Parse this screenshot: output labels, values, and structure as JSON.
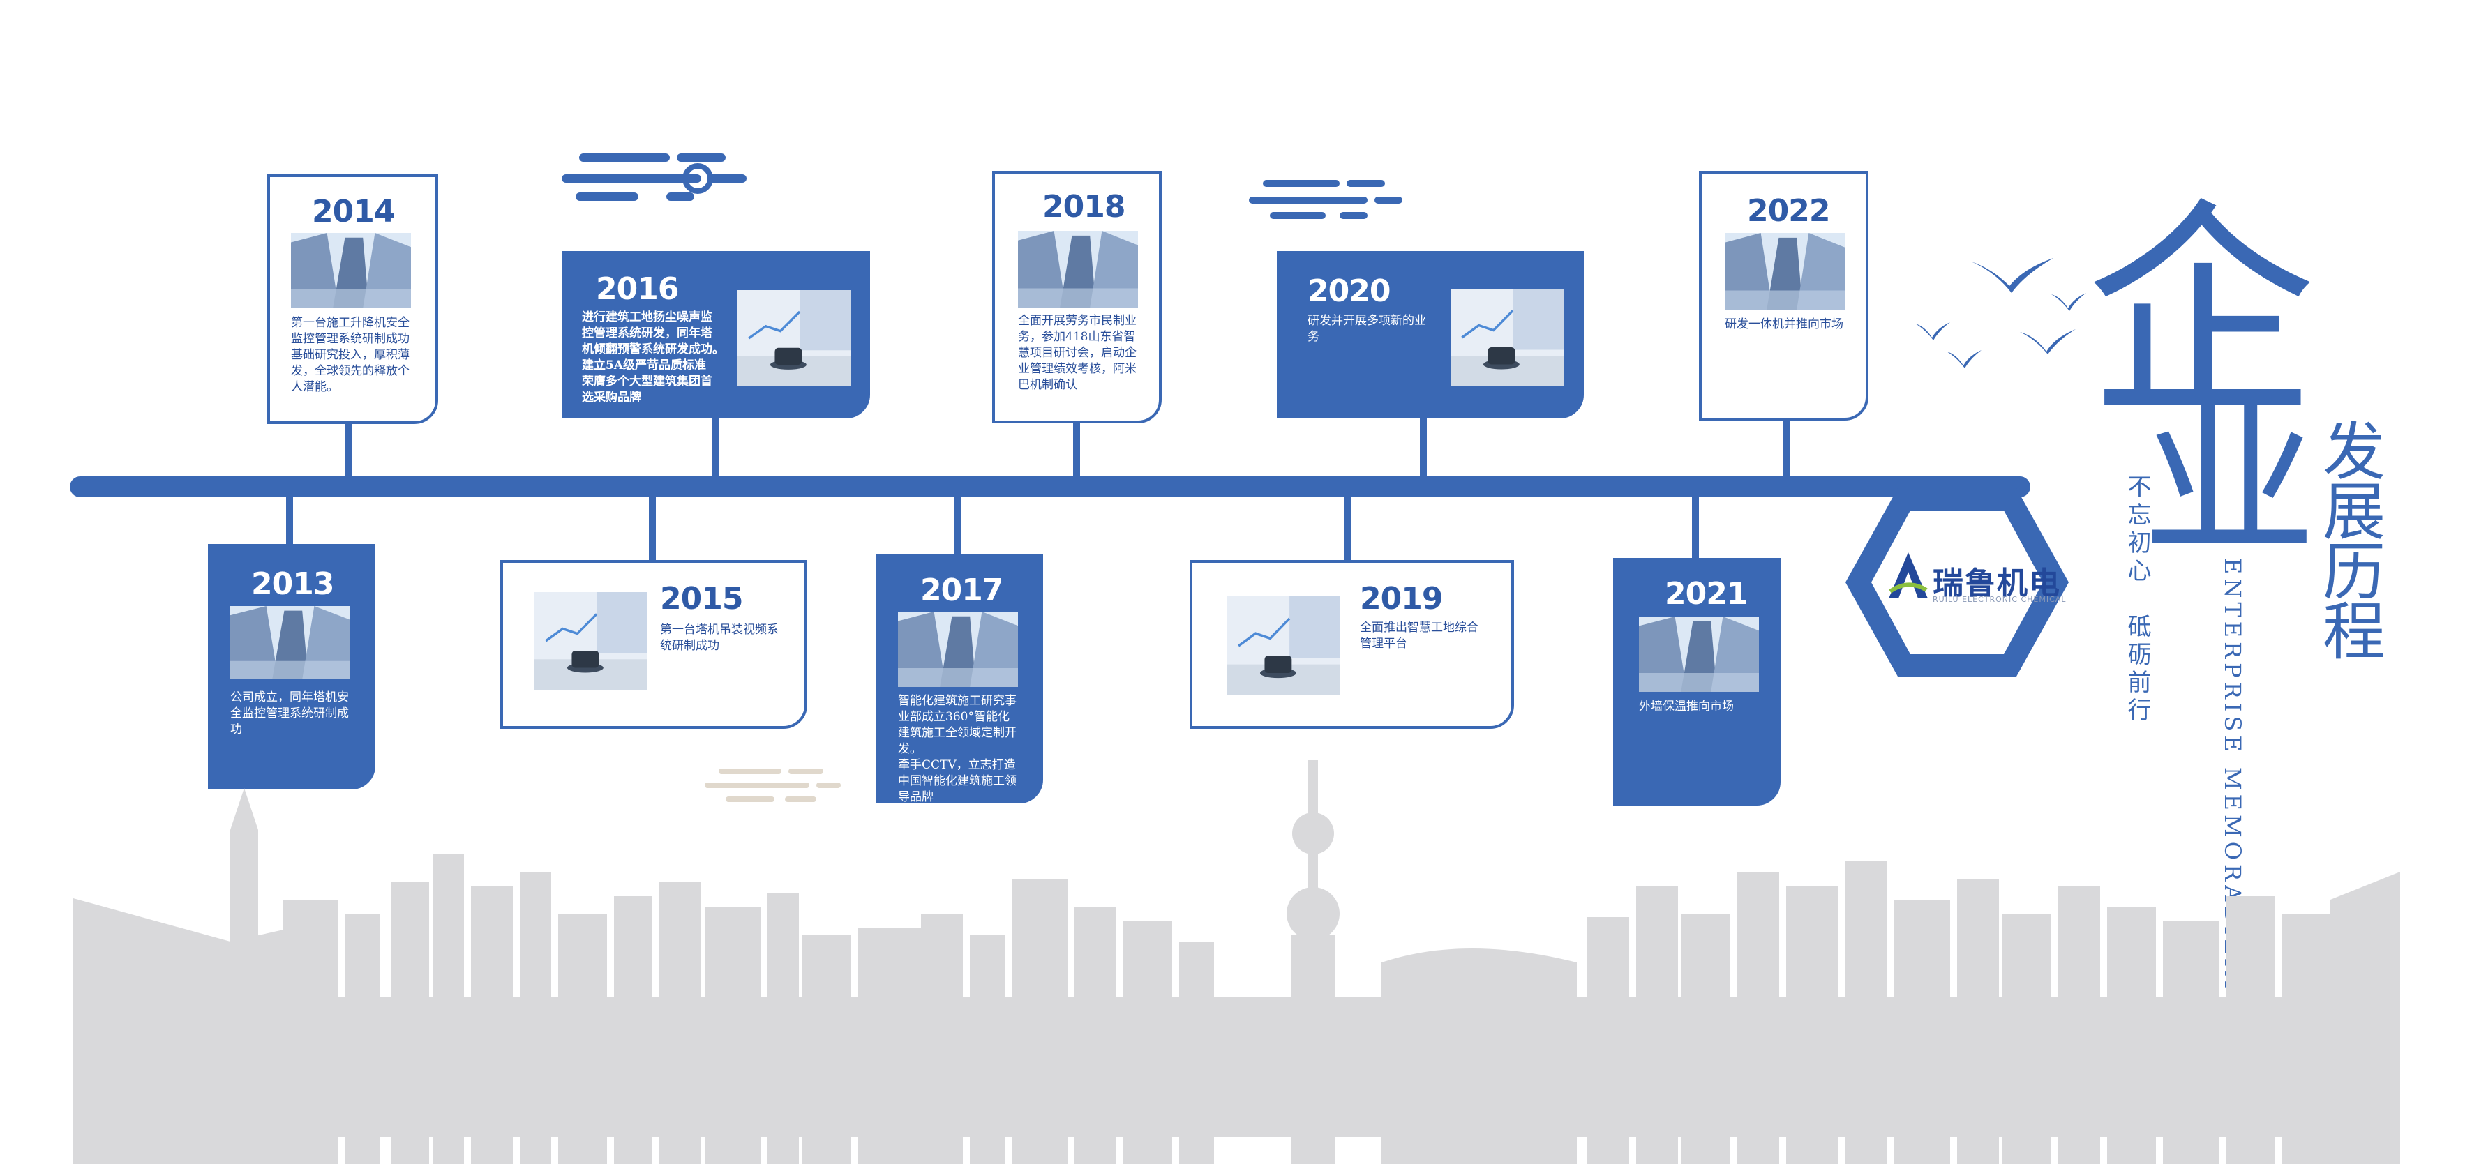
{
  "timeline": [
    {
      "year": "2013",
      "desc": "公司成立，同年塔机安\n全监控管理系统研制成\n功"
    },
    {
      "year": "2014",
      "desc": "第一台施工升降机安全\n监控管理系统研制成功\n基础研究投入，厚积薄\n发，全球领先的释放个\n人潜能。"
    },
    {
      "year": "2015",
      "desc": "第一台塔机吊装视频系\n统研制成功"
    },
    {
      "year": "2016",
      "desc": "进行建筑工地扬尘噪声监\n控管理系统研发，同年塔\n机倾翻预警系统研发成功。\n建立5A级严苛品质标准\n荣膺多个大型建筑集团首\n选采购品牌"
    },
    {
      "year": "2017",
      "desc": "智能化建筑施工研究事\n业部成立360°智能化\n建筑施工全领域定制开\n发。\n牵手CCTV，立志打造\n中国智能化建筑施工领\n导品牌"
    },
    {
      "year": "2018",
      "desc": "全面开展劳务市民制业\n务，参加418山东省智\n慧项目研讨会，启动企\n业管理绩效考核，阿米\n巴机制确认"
    },
    {
      "year": "2019",
      "desc": "全面推出智慧工地综合\n管理平台"
    },
    {
      "year": "2020",
      "desc": "研发并开展多项新的业\n务"
    },
    {
      "year": "2021",
      "desc": "外墙保温推向市场"
    },
    {
      "year": "2022",
      "desc": "研发一体机并推向市场"
    }
  ],
  "brand": {
    "name": "瑞鲁机电",
    "subtitle": "RUILU ELECTRONIC CHEMICAL"
  },
  "heading": {
    "char1": "企",
    "char2": "业",
    "sub": "发展历程",
    "slogan1": "不忘初心",
    "slogan2": "砥砺前行",
    "english": "ENTERPRISE MEMORABILIA"
  },
  "colors": {
    "accent": "#3a68b4",
    "skyline": "#d9d9db"
  },
  "icons": [
    "building-photo",
    "business-photo",
    "cloud-decoration",
    "bird-icon",
    "logo-icon"
  ]
}
